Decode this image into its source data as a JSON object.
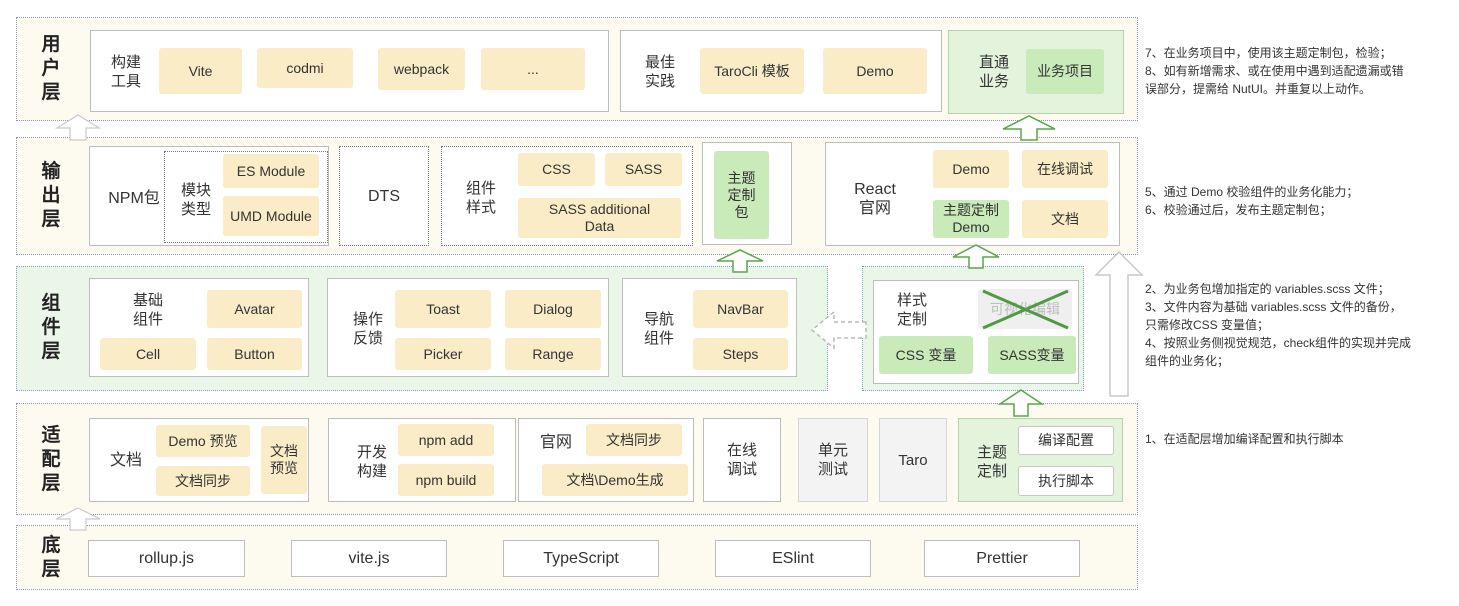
{
  "layers": {
    "user": "用户层",
    "output": "输出层",
    "component": "组件层",
    "adapt": "适配层",
    "base": "底层"
  },
  "user_layer": {
    "build_tools_label": "构建工具",
    "build_tools": [
      "Vite",
      "codmi",
      "webpack",
      "..."
    ],
    "best_practice_label": "最佳实践",
    "best_practice": [
      "TaroCli 模板",
      "Demo"
    ],
    "direct_business_label": "直通业务",
    "business_project": "业务项目"
  },
  "output_layer": {
    "npm_label": "NPM包",
    "module_type_label": "模块类型",
    "es_module": "ES Module",
    "umd_module": "UMD Module",
    "dts": "DTS",
    "style_label": "组件样式",
    "css": "CSS",
    "sass": "SASS",
    "sass_additional": "SASS additional Data",
    "theme_package": "主题定制包",
    "react_site": "React 官网",
    "demo": "Demo",
    "online_debug": "在线调试",
    "theme_demo": "主题定制 Demo",
    "docs": "文档"
  },
  "component_layer": {
    "basic_label": "基础组件",
    "avatar": "Avatar",
    "cell": "Cell",
    "button": "Button",
    "feedback_label": "操作反馈",
    "toast": "Toast",
    "dialog": "Dialog",
    "picker": "Picker",
    "range": "Range",
    "nav_label": "导航组件",
    "navbar": "NavBar",
    "steps": "Steps",
    "style_custom_label": "样式定制",
    "visual_edit": "可视化编辑",
    "css_var": "CSS 变量",
    "sass_var": "SASS变量"
  },
  "adapt_layer": {
    "docs_label": "文档",
    "demo_preview": "Demo 预览",
    "docs_sync": "文档同步",
    "docs_preview": "文档预览",
    "dev_build_label": "开发构建",
    "npm_add": "npm add",
    "npm_build": "npm build",
    "site_label": "官网",
    "site_docs_sync": "文档同步",
    "docs_demo_gen": "文档\\Demo生成",
    "online_debug": "在线调试",
    "unit_test": "单元测试",
    "taro": "Taro",
    "theme_custom_label": "主题定制",
    "compile_config": "编译配置",
    "exec_script": "执行脚本"
  },
  "base_layer": {
    "tools": [
      "rollup.js",
      "vite.js",
      "TypeScript",
      "ESlint",
      "Prettier"
    ]
  },
  "notes": {
    "user": [
      "7、在业务项目中，使用该主题定制包，检验；",
      "8、如有新增需求、或在使用中遇到适配遗漏或错",
      "误部分，提需给 NutUI。并重复以上动作。"
    ],
    "output": [
      "5、通过 Demo 校验组件的业务化能力；",
      "6、校验通过后，发布主题定制包；"
    ],
    "component": [
      "2、为业务包增加指定的 variables.scss 文件；",
      "3、文件内容为基础 variables.scss 文件的备份，",
      "只需修改CSS 变量值；",
      "4、按照业务侧视觉规范，check组件的实现并完成",
      "组件的业务化；"
    ],
    "adapt": [
      "1、在适配层增加编译配置和执行脚本"
    ]
  },
  "colors": {
    "layer_bg": "#fdfaf0",
    "component_layer_bg": "#eaf6e7",
    "chip": "#f9ecc7",
    "chip_green": "#c9eab9",
    "arrow_stroke": "#5aa64a"
  }
}
